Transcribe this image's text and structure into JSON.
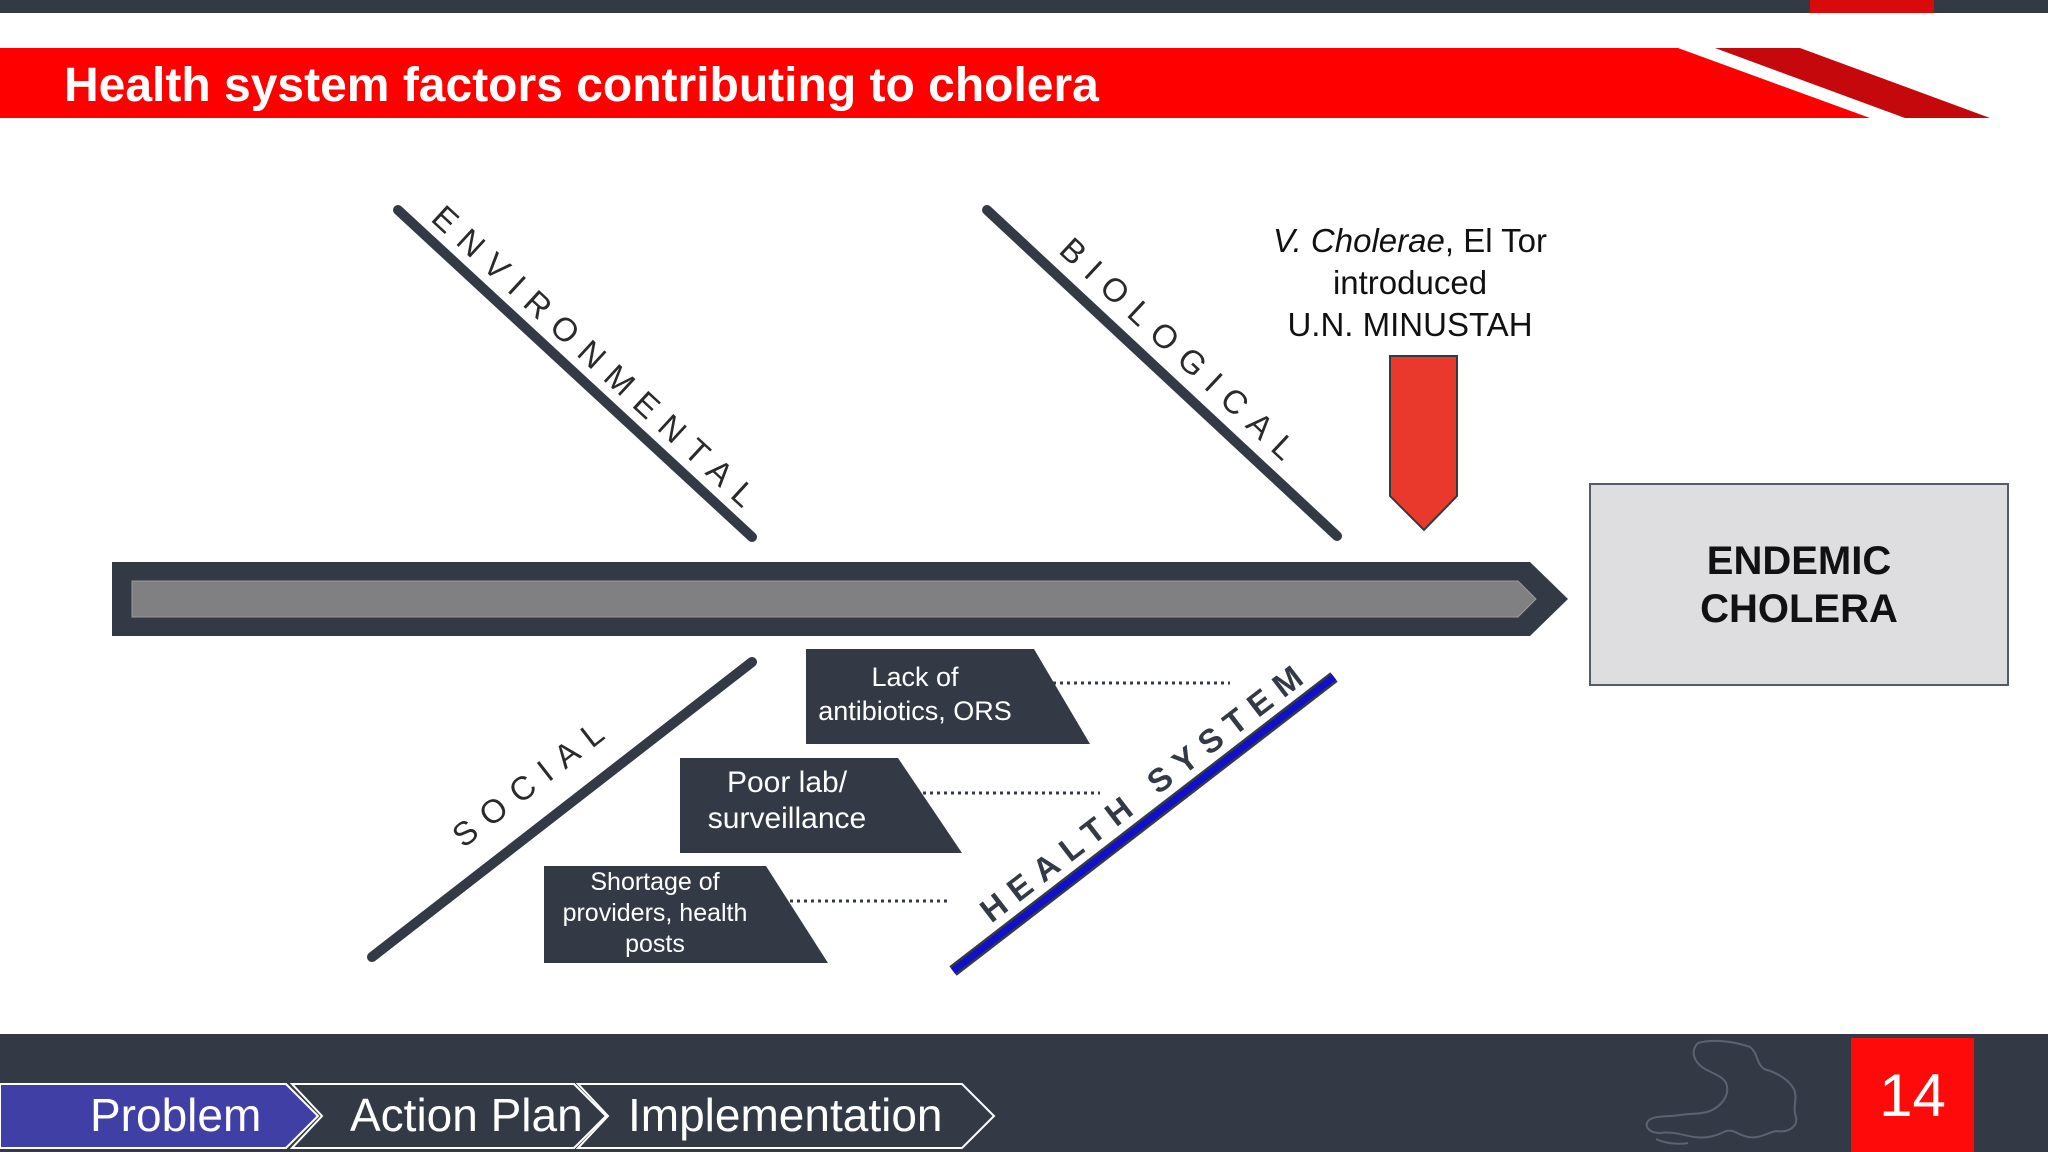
{
  "title": "Health system factors contributing to cholera",
  "bones": {
    "environmental": "ENVIRONMENTAL",
    "biological": "BIOLOGICAL",
    "social": "SOCIAL",
    "health_system": "HEALTH SYSTEM"
  },
  "cause": {
    "line1_italic": "V. Cholerae",
    "line1_rest": ", El Tor",
    "line2": "introduced",
    "line3": "U.N. MINUSTAH"
  },
  "effect": {
    "line1": "ENDEMIC",
    "line2": "CHOLERA"
  },
  "factors": [
    {
      "line1": "Lack of",
      "line2": "antibiotics, ORS",
      "line3": ""
    },
    {
      "line1": "Poor lab/",
      "line2": "surveillance",
      "line3": ""
    },
    {
      "line1": "Shortage of",
      "line2": "providers, health",
      "line3": "posts"
    }
  ],
  "nav": {
    "items": [
      "Problem",
      "Action Plan",
      "Implementation"
    ],
    "active_index": 0
  },
  "page_number": "14",
  "colors": {
    "brand_red": "#ff0000",
    "dark_slate": "#333a46",
    "spine_gray": "#808083",
    "health_system_blue": "#1010c8",
    "arrow_red": "#e8392c",
    "nav_active": "#3f3fa6"
  },
  "icons": {
    "map": "haiti-map-outline-icon",
    "arrow": "down-arrow-icon"
  }
}
